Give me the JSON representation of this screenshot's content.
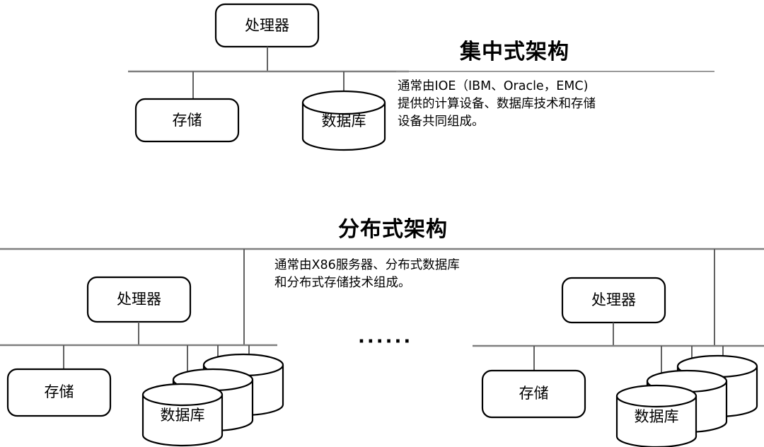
{
  "diagram": {
    "type": "architecture-comparison",
    "background_color": "#ffffff",
    "stroke_color": "#000000",
    "bus_color": "#7f7f7f"
  },
  "sections": {
    "centralized": {
      "title": "集中式架构",
      "description": "通常由IOE（IBM、Oracle，EMC)\n提供的计算设备、数据库技术和存储\n设备共同组成。",
      "nodes": {
        "processor": "处理器",
        "storage": "存储",
        "database": "数据库"
      }
    },
    "distributed": {
      "title": "分布式架构",
      "description": "通常由X86服务器、分布式数据库\n和分布式存储技术组成。",
      "ellipsis": "······",
      "clusters": [
        {
          "id": "cluster-left",
          "processor": "处理器",
          "storage": "存储",
          "database": "数据库",
          "database_count": 3
        },
        {
          "id": "cluster-right",
          "processor": "处理器",
          "storage": "存储",
          "database": "数据库",
          "database_count": 3
        }
      ]
    }
  }
}
